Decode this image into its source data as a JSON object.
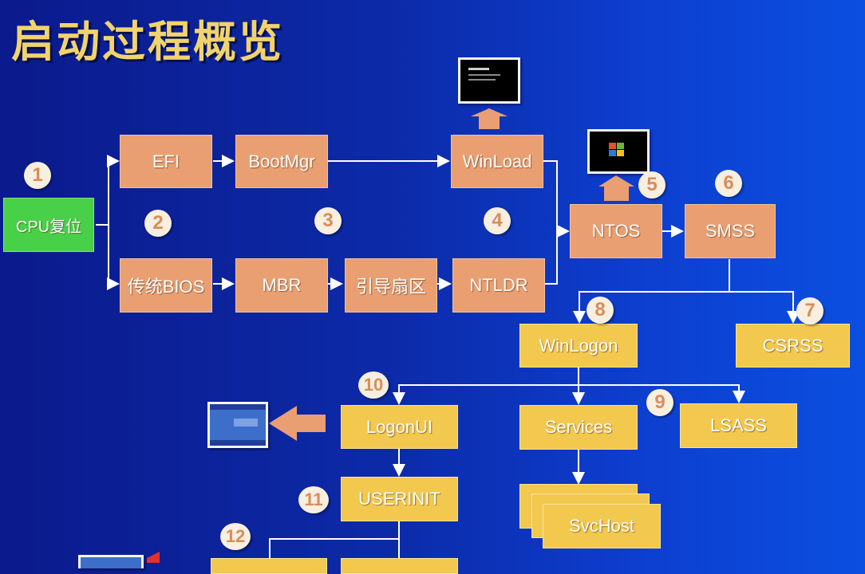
{
  "title": "启动过程概览",
  "nodes": {
    "cpu_reset": "CPU复位",
    "efi": "EFI",
    "bootmgr": "BootMgr",
    "winload": "WinLoad",
    "legacy_bios": "传统BIOS",
    "mbr": "MBR",
    "boot_sector": "引导扇区",
    "ntldr": "NTLDR",
    "ntos": "NTOS",
    "smss": "SMSS",
    "winlogon": "WinLogon",
    "csrss": "CSRSS",
    "logonui": "LogonUI",
    "services": "Services",
    "lsass": "LSASS",
    "userinit": "USERINIT",
    "svchost": "SvcHost"
  },
  "steps": {
    "s1": "1",
    "s2": "2",
    "s3": "3",
    "s4": "4",
    "s5": "5",
    "s6": "6",
    "s7": "7",
    "s8": "8",
    "s9": "9",
    "s10": "10",
    "s11": "11",
    "s12": "12"
  },
  "colors": {
    "orange_box": "#e99f71",
    "yellow_box": "#f2c84e",
    "green_box": "#48d049",
    "title": "#f1d36e",
    "badge_bg": "#f7efe0",
    "badge_text": "#d78d5b",
    "background": "#0c2aa8"
  },
  "icons": [
    "console-screen-icon",
    "windows-xp-screen-icon",
    "login-screen-icon",
    "desktop-screen-icon"
  ]
}
